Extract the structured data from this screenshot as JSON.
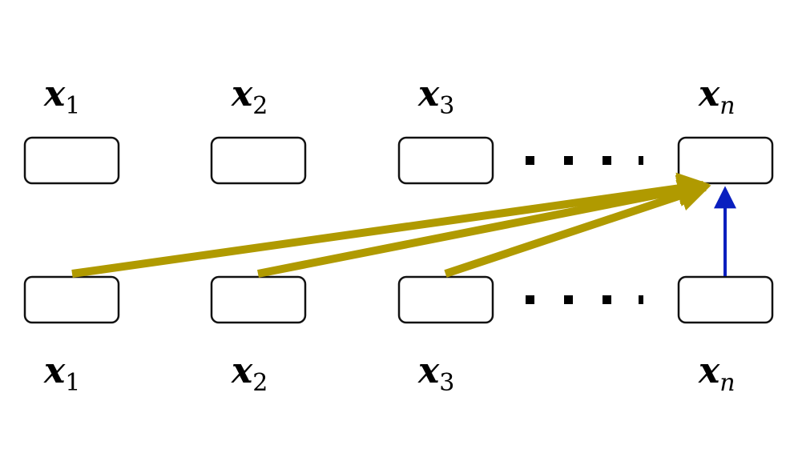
{
  "top_row": {
    "labels": [
      {
        "var": "x",
        "sub": "1"
      },
      {
        "var": "x",
        "sub": "2"
      },
      {
        "var": "x",
        "sub": "3"
      },
      {
        "var": "x",
        "sub": "n"
      }
    ],
    "ellipsis": "....."
  },
  "bottom_row": {
    "labels": [
      {
        "var": "x",
        "sub": "1"
      },
      {
        "var": "x",
        "sub": "2"
      },
      {
        "var": "x",
        "sub": "3"
      },
      {
        "var": "x",
        "sub": "n"
      }
    ],
    "ellipsis": "....."
  },
  "colors": {
    "context_arrows": "#b09a00",
    "self_arrow": "#0a1fbf",
    "box_stroke": "#111111"
  }
}
